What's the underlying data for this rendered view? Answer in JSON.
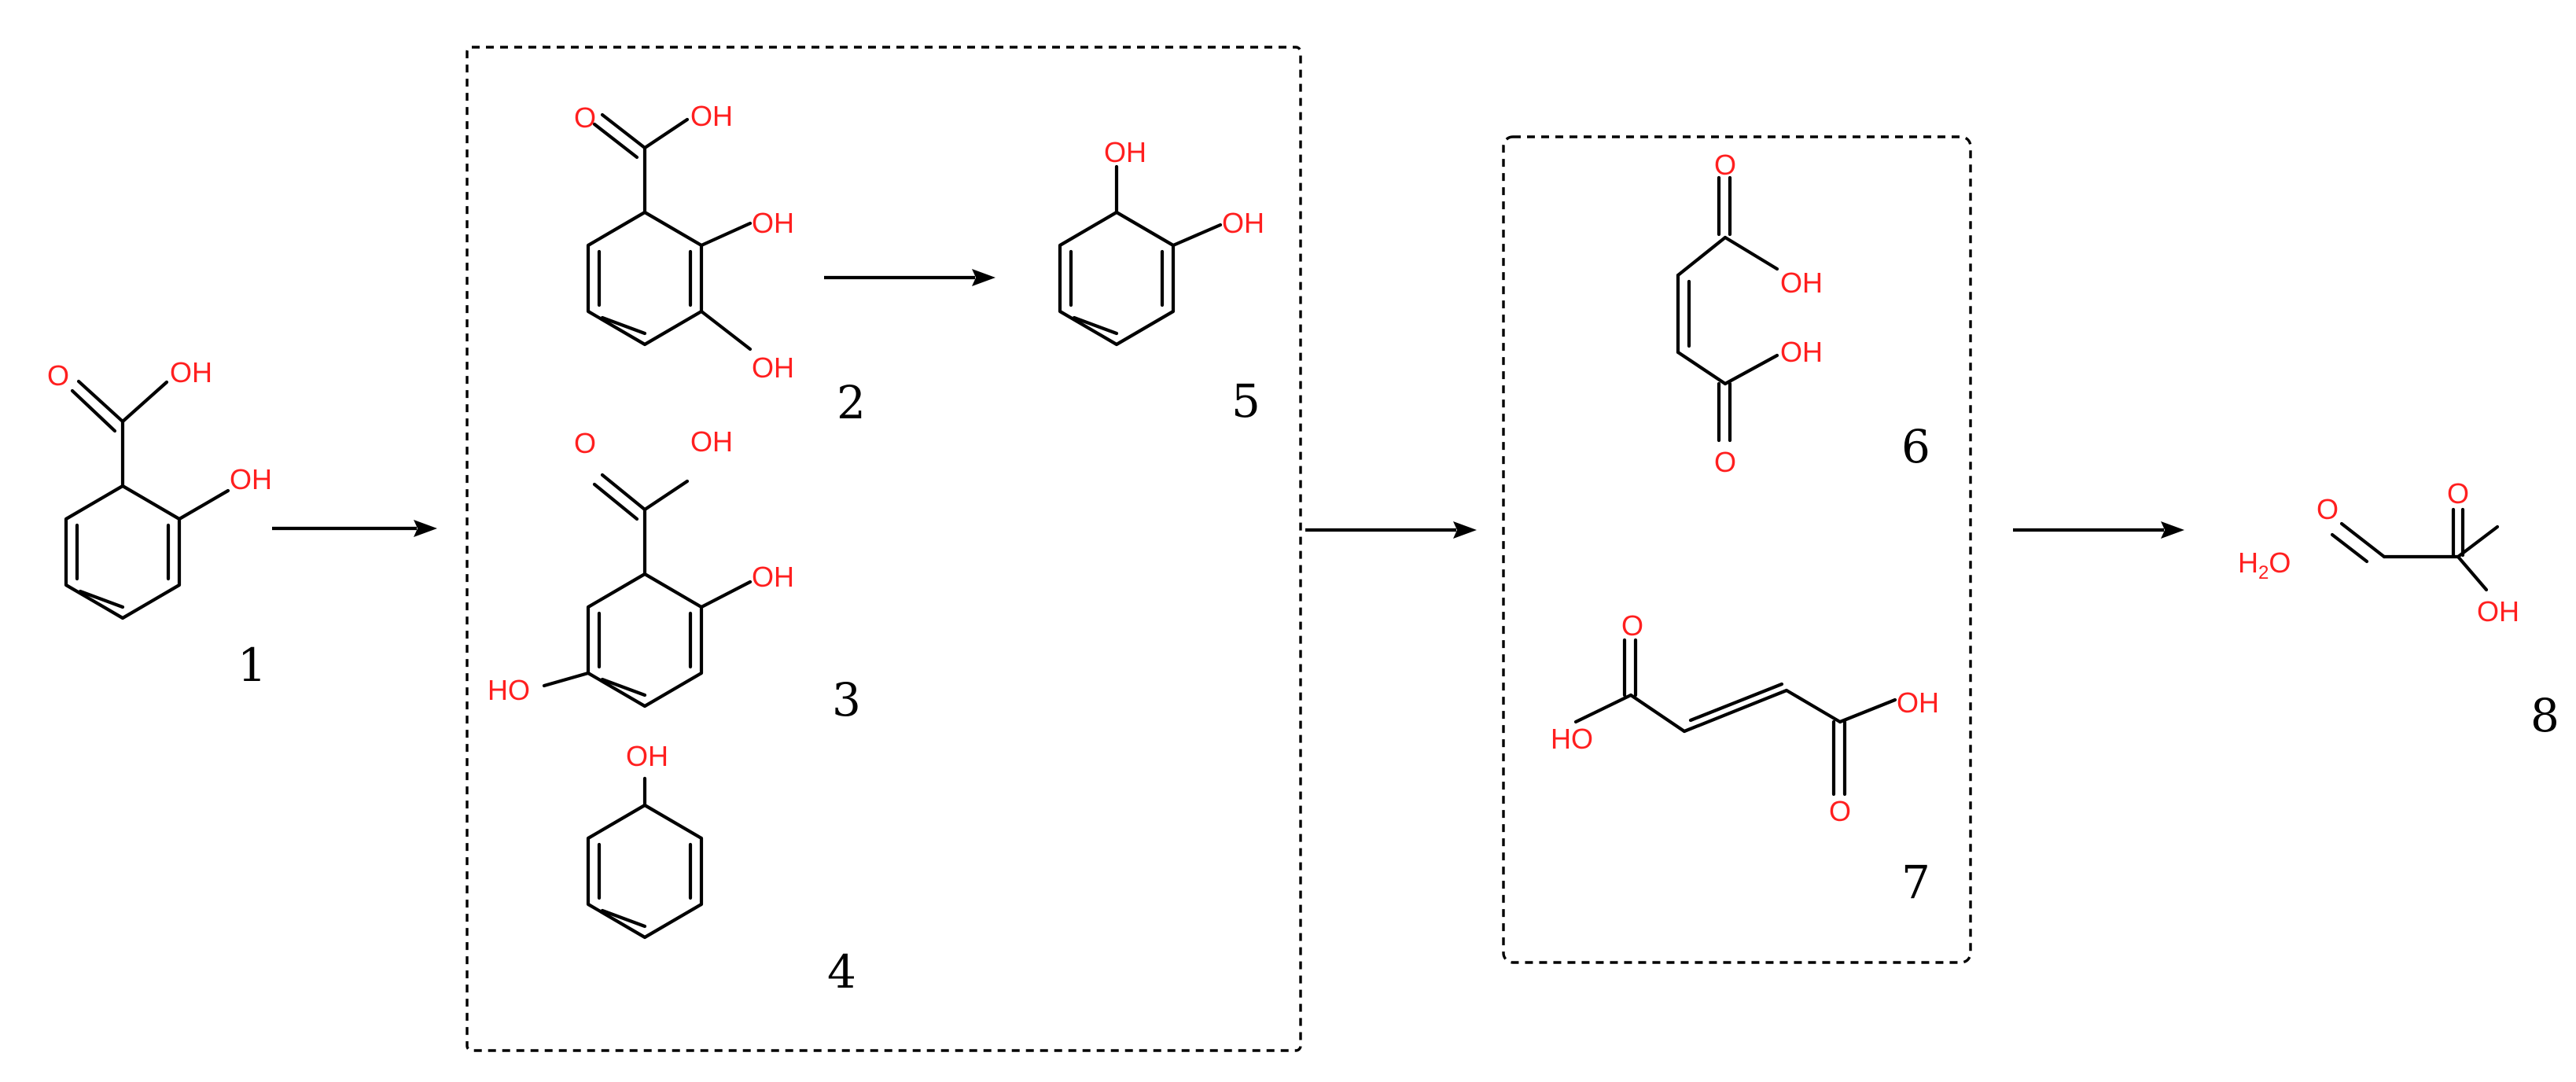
{
  "compounds": [
    {
      "number": "1",
      "atoms": {
        "carbonyl_o": "O",
        "acid_oh": "OH",
        "phenol_oh": "OH"
      }
    },
    {
      "number": "2",
      "atoms": {
        "carbonyl_o": "O",
        "acid_oh": "OH",
        "oh_2": "OH",
        "oh_3": "OH"
      }
    },
    {
      "number": "3",
      "atoms": {
        "carbonyl_o": "O",
        "acid_oh": "OH",
        "oh_2": "OH",
        "oh_5": "HO"
      }
    },
    {
      "number": "4",
      "atoms": {
        "oh": "OH"
      }
    },
    {
      "number": "5",
      "atoms": {
        "oh_1": "OH",
        "oh_2": "OH"
      }
    },
    {
      "number": "6",
      "atoms": {
        "o_top": "O",
        "oh_top": "OH",
        "oh_bottom": "OH",
        "o_bottom": "O"
      }
    },
    {
      "number": "7",
      "atoms": {
        "o_left": "O",
        "ho_left": "HO",
        "oh_right": "OH",
        "o_right": "O"
      }
    },
    {
      "number": "8",
      "atoms": {
        "water_h": "H",
        "water_sub": "2",
        "water_o": "O",
        "ald_o": "O",
        "acid_o": "O",
        "acid_oh": "OH"
      }
    }
  ],
  "colors": {
    "heteroatom": "#ff1f1f",
    "bond": "#000000",
    "background": "#ffffff"
  }
}
